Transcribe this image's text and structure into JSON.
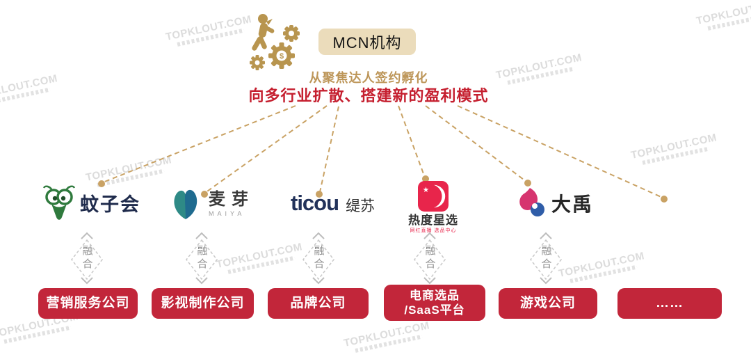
{
  "header": {
    "mcn_label": "MCN机构",
    "subtitle_gold": "从聚焦达人签约孵化",
    "subtitle_red": "向多行业扩散、搭建新的盈利模式",
    "gear_currency": "$"
  },
  "watermark": {
    "text": "TOPKLOUT.COM"
  },
  "nodes": [
    {
      "name": "蚊子会",
      "fusion": "融合"
    },
    {
      "name": "麦芽",
      "sub": "MAIYA",
      "fusion": "融合"
    },
    {
      "latin": "ticou",
      "name": "缇苏",
      "fusion": "融合"
    },
    {
      "name": "热度星选",
      "tagline": "网红直播 选品中心",
      "fusion": "融合"
    },
    {
      "name": "大禹",
      "fusion": "融合"
    }
  ],
  "company_boxes": [
    {
      "line1": "营销服务公司",
      "line2": ""
    },
    {
      "line1": "影视制作公司",
      "line2": ""
    },
    {
      "line1": "品牌公司",
      "line2": ""
    },
    {
      "line1": "电商选品",
      "line2": "/SaaS平台"
    },
    {
      "line1": "游戏公司",
      "line2": ""
    },
    {
      "line1": "……",
      "line2": ""
    }
  ],
  "colors": {
    "gold": "#B8954F",
    "line_gold": "#C9A264",
    "beige": "#EBDCBB",
    "red_text": "#C51F2F",
    "box_red": "#C2263A",
    "hot_red": "#E8254B"
  }
}
